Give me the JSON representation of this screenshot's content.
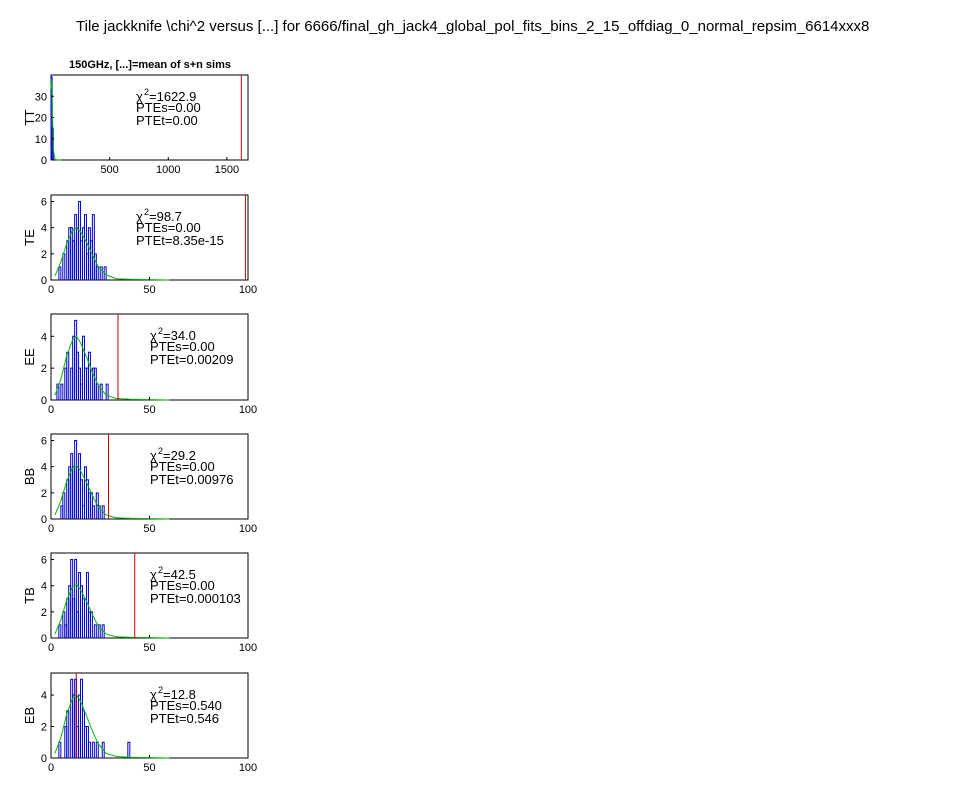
{
  "main_title": "Tile jackknife \\chi^2 versus [...] for 6666/final_gh_jack4_global_pol_fits_bins_2_15_offdiag_0_normal_repsim_6614xxx8",
  "panel_title": "150GHz, [...]=mean of s+n sims",
  "colors": {
    "histogram": "#0000cc",
    "fit": "#00bb00",
    "observed": "#cc0000",
    "axis": "#000000"
  },
  "chart_data": [
    {
      "type": "bar",
      "ylabel": "TT",
      "xlim": [
        0,
        1680
      ],
      "ylim": [
        0,
        40
      ],
      "xticks": [
        500,
        1000,
        1500
      ],
      "xtick_labels": [
        "500",
        "1000",
        "1500"
      ],
      "yticks": [
        0,
        10,
        20,
        30
      ],
      "ytick_labels": [
        "0",
        "10",
        "20",
        "30"
      ],
      "bin_width": 10,
      "bins": [
        {
          "x": 0,
          "y": 39
        },
        {
          "x": 10,
          "y": 15
        },
        {
          "x": 20,
          "y": 0
        }
      ],
      "fit": [
        [
          0,
          34
        ],
        [
          5,
          38
        ],
        [
          10,
          27
        ],
        [
          15,
          16
        ],
        [
          20,
          6
        ],
        [
          30,
          1
        ],
        [
          40,
          0.2
        ],
        [
          80,
          0
        ]
      ],
      "observed": 1622.9,
      "stats": {
        "chi2_prefix": "χ",
        "chi2_sup": "2",
        "chi2_value": "=1622.9",
        "ptes": "PTEs=0.00",
        "ptet": "PTEt=0.00"
      }
    },
    {
      "type": "bar",
      "ylabel": "TE",
      "xlim": [
        0,
        100
      ],
      "ylim": [
        0,
        6.5
      ],
      "xticks": [
        0,
        50,
        100
      ],
      "xtick_labels": [
        "0",
        "50",
        "100"
      ],
      "yticks": [
        0,
        2,
        4,
        6
      ],
      "ytick_labels": [
        "0",
        "2",
        "4",
        "6"
      ],
      "bin_width": 1,
      "bins": [
        {
          "x": 4,
          "y": 1
        },
        {
          "x": 6,
          "y": 2
        },
        {
          "x": 8,
          "y": 3
        },
        {
          "x": 9,
          "y": 4
        },
        {
          "x": 10,
          "y": 4
        },
        {
          "x": 11,
          "y": 3
        },
        {
          "x": 12,
          "y": 5
        },
        {
          "x": 13,
          "y": 4
        },
        {
          "x": 14,
          "y": 6
        },
        {
          "x": 15,
          "y": 3
        },
        {
          "x": 16,
          "y": 4
        },
        {
          "x": 17,
          "y": 5
        },
        {
          "x": 18,
          "y": 2
        },
        {
          "x": 19,
          "y": 4
        },
        {
          "x": 20,
          "y": 3
        },
        {
          "x": 21,
          "y": 5
        },
        {
          "x": 22,
          "y": 2
        },
        {
          "x": 23,
          "y": 1
        },
        {
          "x": 25,
          "y": 1
        },
        {
          "x": 27,
          "y": 1
        }
      ],
      "fit": [
        [
          2,
          0.3
        ],
        [
          5,
          1.4
        ],
        [
          8,
          2.8
        ],
        [
          11,
          3.8
        ],
        [
          13,
          4.0
        ],
        [
          15,
          3.7
        ],
        [
          18,
          2.9
        ],
        [
          21,
          1.9
        ],
        [
          24,
          1.0
        ],
        [
          28,
          0.4
        ],
        [
          33,
          0.1
        ],
        [
          40,
          0.05
        ],
        [
          60,
          0
        ]
      ],
      "observed": 98.7,
      "stats": {
        "chi2_prefix": "χ",
        "chi2_sup": "2",
        "chi2_value": "=98.7",
        "ptes": "PTEs=0.00",
        "ptet": "PTEt=8.35e-15"
      }
    },
    {
      "type": "bar",
      "ylabel": "EE",
      "xlim": [
        0,
        100
      ],
      "ylim": [
        0,
        5.4
      ],
      "xticks": [
        0,
        50,
        100
      ],
      "xtick_labels": [
        "0",
        "50",
        "100"
      ],
      "yticks": [
        0,
        2,
        4
      ],
      "ytick_labels": [
        "0",
        "2",
        "4"
      ],
      "bin_width": 1,
      "bins": [
        {
          "x": 3,
          "y": 1
        },
        {
          "x": 5,
          "y": 1
        },
        {
          "x": 7,
          "y": 2
        },
        {
          "x": 8,
          "y": 3
        },
        {
          "x": 10,
          "y": 2
        },
        {
          "x": 11,
          "y": 4
        },
        {
          "x": 12,
          "y": 5
        },
        {
          "x": 13,
          "y": 3
        },
        {
          "x": 14,
          "y": 2
        },
        {
          "x": 15,
          "y": 1
        },
        {
          "x": 16,
          "y": 4
        },
        {
          "x": 17,
          "y": 2
        },
        {
          "x": 18,
          "y": 2
        },
        {
          "x": 19,
          "y": 3
        },
        {
          "x": 21,
          "y": 2
        },
        {
          "x": 22,
          "y": 2
        },
        {
          "x": 23,
          "y": 1
        },
        {
          "x": 25,
          "y": 1
        },
        {
          "x": 28,
          "y": 1
        }
      ],
      "fit": [
        [
          2,
          0.3
        ],
        [
          5,
          1.3
        ],
        [
          8,
          2.8
        ],
        [
          11,
          3.8
        ],
        [
          13,
          4.0
        ],
        [
          15,
          3.6
        ],
        [
          18,
          2.7
        ],
        [
          21,
          1.7
        ],
        [
          24,
          0.9
        ],
        [
          28,
          0.3
        ],
        [
          33,
          0.1
        ],
        [
          40,
          0.05
        ],
        [
          60,
          0
        ]
      ],
      "observed": 34.0,
      "stats": {
        "chi2_prefix": "χ",
        "chi2_sup": "2",
        "chi2_value": "=34.0",
        "ptes": "PTEs=0.00",
        "ptet": "PTEt=0.00209"
      }
    },
    {
      "type": "bar",
      "ylabel": "BB",
      "xlim": [
        0,
        100
      ],
      "ylim": [
        0,
        6.5
      ],
      "xticks": [
        0,
        50,
        100
      ],
      "xtick_labels": [
        "0",
        "50",
        "100"
      ],
      "yticks": [
        0,
        2,
        4,
        6
      ],
      "ytick_labels": [
        "0",
        "2",
        "4",
        "6"
      ],
      "bin_width": 1,
      "bins": [
        {
          "x": 5,
          "y": 1
        },
        {
          "x": 6,
          "y": 2
        },
        {
          "x": 8,
          "y": 3
        },
        {
          "x": 9,
          "y": 4
        },
        {
          "x": 10,
          "y": 5
        },
        {
          "x": 11,
          "y": 4
        },
        {
          "x": 12,
          "y": 6
        },
        {
          "x": 13,
          "y": 4
        },
        {
          "x": 14,
          "y": 5
        },
        {
          "x": 15,
          "y": 3
        },
        {
          "x": 16,
          "y": 1
        },
        {
          "x": 17,
          "y": 4
        },
        {
          "x": 18,
          "y": 3
        },
        {
          "x": 19,
          "y": 2
        },
        {
          "x": 20,
          "y": 2
        },
        {
          "x": 21,
          "y": 1
        },
        {
          "x": 23,
          "y": 2
        },
        {
          "x": 24,
          "y": 1
        },
        {
          "x": 26,
          "y": 1
        }
      ],
      "fit": [
        [
          2,
          0.3
        ],
        [
          5,
          1.4
        ],
        [
          8,
          2.9
        ],
        [
          11,
          3.9
        ],
        [
          13,
          4.1
        ],
        [
          15,
          3.7
        ],
        [
          18,
          2.8
        ],
        [
          21,
          1.8
        ],
        [
          24,
          0.9
        ],
        [
          28,
          0.3
        ],
        [
          33,
          0.1
        ],
        [
          40,
          0.05
        ],
        [
          60,
          0
        ]
      ],
      "observed": 29.2,
      "stats": {
        "chi2_prefix": "χ",
        "chi2_sup": "2",
        "chi2_value": "=29.2",
        "ptes": "PTEs=0.00",
        "ptet": "PTEt=0.00976"
      }
    },
    {
      "type": "bar",
      "ylabel": "TB",
      "xlim": [
        0,
        100
      ],
      "ylim": [
        0,
        6.5
      ],
      "xticks": [
        0,
        50,
        100
      ],
      "xtick_labels": [
        "0",
        "50",
        "100"
      ],
      "yticks": [
        0,
        2,
        4,
        6
      ],
      "ytick_labels": [
        "0",
        "2",
        "4",
        "6"
      ],
      "bin_width": 1,
      "bins": [
        {
          "x": 4,
          "y": 1
        },
        {
          "x": 6,
          "y": 2
        },
        {
          "x": 7,
          "y": 1
        },
        {
          "x": 8,
          "y": 3
        },
        {
          "x": 9,
          "y": 4
        },
        {
          "x": 10,
          "y": 6
        },
        {
          "x": 11,
          "y": 3
        },
        {
          "x": 12,
          "y": 6
        },
        {
          "x": 13,
          "y": 2
        },
        {
          "x": 14,
          "y": 5
        },
        {
          "x": 15,
          "y": 4
        },
        {
          "x": 16,
          "y": 3
        },
        {
          "x": 18,
          "y": 5
        },
        {
          "x": 19,
          "y": 2
        },
        {
          "x": 20,
          "y": 2
        },
        {
          "x": 22,
          "y": 1
        },
        {
          "x": 24,
          "y": 1
        },
        {
          "x": 26,
          "y": 1
        }
      ],
      "fit": [
        [
          2,
          0.3
        ],
        [
          5,
          1.4
        ],
        [
          8,
          2.9
        ],
        [
          11,
          3.9
        ],
        [
          13,
          4.1
        ],
        [
          15,
          3.7
        ],
        [
          18,
          2.8
        ],
        [
          21,
          1.8
        ],
        [
          24,
          0.9
        ],
        [
          28,
          0.3
        ],
        [
          33,
          0.1
        ],
        [
          40,
          0.05
        ],
        [
          60,
          0
        ]
      ],
      "observed": 42.5,
      "stats": {
        "chi2_prefix": "χ",
        "chi2_sup": "2",
        "chi2_value": "=42.5",
        "ptes": "PTEs=0.00",
        "ptet": "PTEt=0.000103"
      }
    },
    {
      "type": "bar",
      "ylabel": "EB",
      "xlim": [
        0,
        100
      ],
      "ylim": [
        0,
        5.4
      ],
      "xticks": [
        0,
        50,
        100
      ],
      "xtick_labels": [
        "0",
        "50",
        "100"
      ],
      "yticks": [
        0,
        2,
        4
      ],
      "ytick_labels": [
        "0",
        "2",
        "4"
      ],
      "bin_width": 1,
      "bins": [
        {
          "x": 4,
          "y": 1
        },
        {
          "x": 7,
          "y": 2
        },
        {
          "x": 8,
          "y": 3
        },
        {
          "x": 10,
          "y": 5
        },
        {
          "x": 11,
          "y": 4
        },
        {
          "x": 12,
          "y": 5
        },
        {
          "x": 13,
          "y": 2
        },
        {
          "x": 14,
          "y": 4
        },
        {
          "x": 15,
          "y": 5
        },
        {
          "x": 16,
          "y": 3
        },
        {
          "x": 17,
          "y": 2
        },
        {
          "x": 18,
          "y": 2
        },
        {
          "x": 19,
          "y": 1
        },
        {
          "x": 21,
          "y": 1
        },
        {
          "x": 23,
          "y": 1
        },
        {
          "x": 26,
          "y": 1
        },
        {
          "x": 39,
          "y": 1
        }
      ],
      "fit": [
        [
          2,
          0.3
        ],
        [
          5,
          1.3
        ],
        [
          8,
          2.8
        ],
        [
          11,
          3.8
        ],
        [
          13,
          4.0
        ],
        [
          15,
          3.6
        ],
        [
          18,
          2.7
        ],
        [
          21,
          1.7
        ],
        [
          24,
          0.9
        ],
        [
          28,
          0.3
        ],
        [
          33,
          0.1
        ],
        [
          40,
          0.05
        ],
        [
          60,
          0
        ]
      ],
      "observed": 12.8,
      "stats": {
        "chi2_prefix": "χ",
        "chi2_sup": "2",
        "chi2_value": "=12.8",
        "ptes": "PTEs=0.540",
        "ptet": "PTEt=0.546"
      }
    }
  ]
}
